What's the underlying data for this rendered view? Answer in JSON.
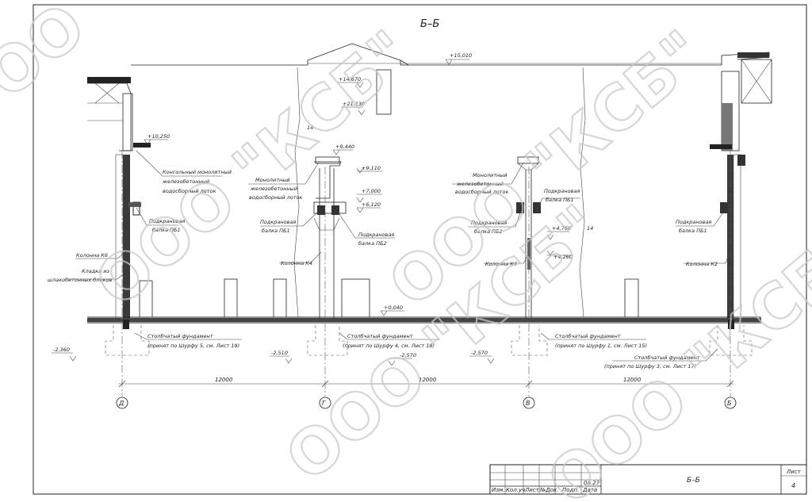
{
  "section_title": "Б–Б",
  "watermark_text": "ООО \"КСБ\"",
  "elevations": {
    "e15010": "+15,010",
    "e14670": "+14,670",
    "e21130": "+21,130",
    "e10250": "+10,250",
    "e9440": "+9,440",
    "e9110": "+9,110",
    "e7000": "+7,000",
    "e6120": "+6,120",
    "e4760": "+4,760",
    "e4260": "+4,260",
    "e0040": "+0,040",
    "m2360": "-2,360",
    "m2510": "-2,510",
    "m2570a": "-2,570",
    "m2570b": "-2,570"
  },
  "notes": {
    "trough_left": [
      "Консольный монолитный",
      "железобетонный",
      "водосборный лоток"
    ],
    "beam_pb1_left": [
      "Подкрановая",
      "балка ПБ1"
    ],
    "col_k6": "Колонна К6",
    "masonry": [
      "Кладка из",
      "шлакобетонных блоков"
    ],
    "trough_mid": [
      "Монолитный",
      "железобетонный",
      "водосборный лоток"
    ],
    "beam_pb1_mid": [
      "Подкрановая",
      "балка ПБ1"
    ],
    "beam_pb2_mid": [
      "Подкрановая",
      "балка ПБ2"
    ],
    "col_k4_mid": "Колонна К4",
    "trough_right": [
      "Монолитный",
      "железобетонный",
      "водосборный лоток"
    ],
    "beam_pb1_right": [
      "Подкрановая",
      "балка ПБ1"
    ],
    "beam_pb2_right": [
      "Подкрановая",
      "балка ПБ2"
    ],
    "col_k4_right": "Колонна К4",
    "beam_pb1_far": [
      "Подкрановая",
      "балка ПБ1"
    ],
    "col_k2": "Колонна К2",
    "found_1": [
      "Столбчатый фундамент",
      "(принят по Шурфу 5, см. Лист 19)"
    ],
    "found_2": [
      "Столбчатый фундамент",
      "(принят по Шурфу 4, см. Лист 18)"
    ],
    "found_3": [
      "Столбчатый фундамент",
      "(принят по Шурфу 1, см. Лист 15)"
    ],
    "found_4": [
      "Столбчатый фундамент",
      "(принят по Шурфу 3, см. Лист 17)"
    ],
    "break_mark": "14"
  },
  "dimensions": [
    "12000",
    "12000",
    "12000"
  ],
  "axes": [
    "Д",
    "Г",
    "В",
    "Б"
  ],
  "title_block": {
    "headers": [
      "Изм.",
      "Кол.уч",
      "Лист",
      "№Док.",
      "Подп.",
      "Дата"
    ],
    "date": "06.23",
    "sheet_title": "Б–Б",
    "sheet_label": "Лист",
    "sheet_number": "4"
  }
}
